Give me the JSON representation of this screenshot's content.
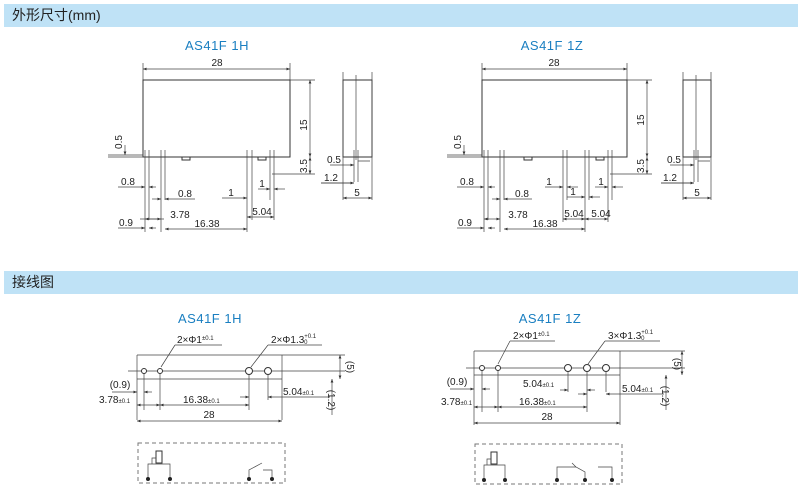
{
  "sections": {
    "outline_title": "外形尺寸(mm)",
    "wiring_title": "接线图"
  },
  "outline": [
    {
      "title": "AS41F 1H",
      "width": "28",
      "height": "15",
      "pin_len": "3.5",
      "offset": "0.5",
      "pin_w1": "0.8",
      "pin_w2": "0.8",
      "pin_w3": "1",
      "pin_w4": "1",
      "d1": "3.78",
      "d2": "16.38",
      "d3": "5.04",
      "edge": "0.9",
      "side": {
        "t": "0.5",
        "p": "1.2",
        "w": "5"
      }
    },
    {
      "title": "AS41F 1Z",
      "width": "28",
      "height": "15",
      "pin_len": "3.5",
      "offset": "0.5",
      "pin_w1": "0.8",
      "pin_w2": "0.8",
      "pin_w3": "1",
      "pin_w4": "1",
      "pin_w5": "1",
      "d1": "3.78",
      "d2": "16.38",
      "d3": "5.04",
      "d4": "5.04",
      "edge": "0.9",
      "side": {
        "t": "0.5",
        "p": "1.2",
        "w": "5"
      }
    }
  ],
  "wiring": [
    {
      "title": "AS41F 1H",
      "hole_small": "2×Φ1",
      "hole_small_tol": "±0.1",
      "hole_large": "2×Φ1.3",
      "hole_large_tol_up": "+0.1",
      "hole_large_tol_low": "0",
      "edge": "(0.9)",
      "d1": "3.78",
      "d2": "16.38",
      "d3": "5.04",
      "tol": "±0.1",
      "width": "28",
      "h": "(5)",
      "h2": "(1.2)"
    },
    {
      "title": "AS41F 1Z",
      "hole_small": "2×Φ1",
      "hole_small_tol": "±0.1",
      "hole_large": "3×Φ1.3",
      "hole_large_tol_up": "+0.1",
      "hole_large_tol_low": "0",
      "edge": "(0.9)",
      "d1": "3.78",
      "d2": "16.38",
      "d3": "5.04",
      "d4": "5.04",
      "tol": "±0.1",
      "width": "28",
      "h": "(5)",
      "h2": "(1.2)"
    }
  ]
}
